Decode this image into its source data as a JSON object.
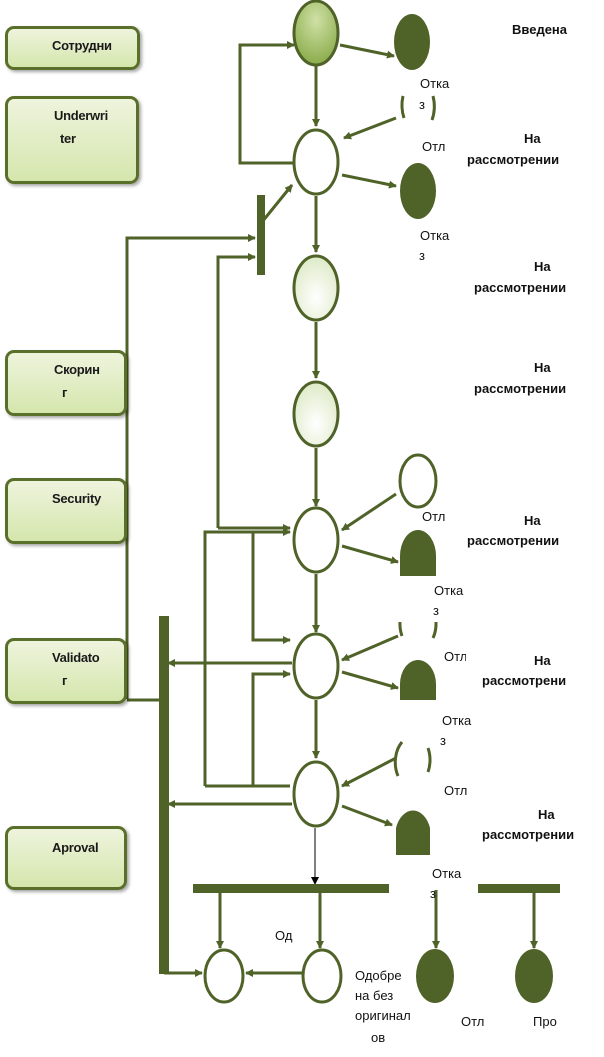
{
  "roles": {
    "employee": {
      "l1": "Сотрудни",
      "l2": ""
    },
    "underwriter": {
      "l1": "Underwri",
      "l2": "ter"
    },
    "scoring": {
      "l1": "Скорин",
      "l2": "г"
    },
    "security": {
      "l1": "Security",
      "l2": ""
    },
    "validator": {
      "l1": "Validato",
      "l2": "г"
    },
    "aproval": {
      "l1": "Aproval",
      "l2": ""
    }
  },
  "labels": {
    "entered": "Введена",
    "under_review": "На",
    "under_review_2": "рассмотрении",
    "under_review_2_cut": "рассмотрени",
    "refused_1": "Отка",
    "refused_2": "з",
    "rejected_short": "Отл",
    "od": "Од",
    "approved_1": "Одобре",
    "approved_2": "на без",
    "approved_3": "оригинал",
    "approved_4": "ов",
    "pro": "Про"
  },
  "colors": {
    "line": "#4f6228",
    "dark_fill": "#4f6228",
    "start_fill": "#9bbb59",
    "light_fill": "#e6efd2"
  }
}
